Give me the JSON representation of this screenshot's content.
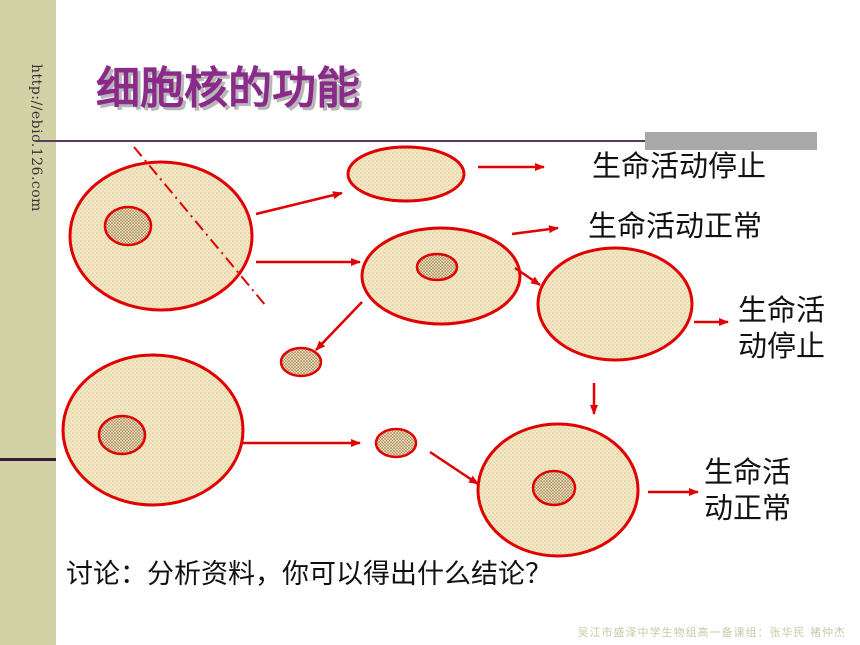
{
  "sidebar": {
    "url": "http://ebio.126.com"
  },
  "slide": {
    "title": "细胞核的功能"
  },
  "outcomes": [
    {
      "text": "生命活动停止"
    },
    {
      "text": "生命活动正常"
    },
    {
      "text": "生命活动停止"
    },
    {
      "text": "生命活动正常"
    }
  ],
  "question": "讨论：分析资料，你可以得出什么结论？",
  "footer": "吴江市盛泽中学生物组高一备课组：张华民 褚仲杰",
  "colors": {
    "outline": "#e00000",
    "cell_fill": "#f4e8c4",
    "arrow": "#e00000",
    "title": "#8a2b8a",
    "sidebar": "#d2d2a6"
  }
}
